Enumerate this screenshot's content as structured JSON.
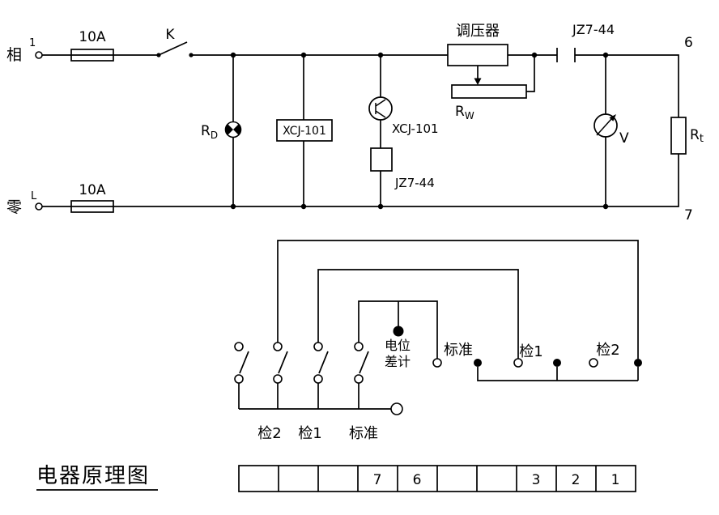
{
  "title": "电器原理图",
  "power_section": {
    "phase_label": "相",
    "phase_terminal": "1",
    "neutral_label": "零",
    "neutral_terminal": "L",
    "fuse_phase": "10A",
    "fuse_neutral": "10A",
    "switch_k": "K"
  },
  "components": {
    "rd": {
      "main": "R",
      "sub": "D"
    },
    "relay_box": "XCJ-101",
    "tube": "XCJ-101",
    "relay_coil": "JZ7-44",
    "regulator": "调压器",
    "rw": {
      "main": "R",
      "sub": "W"
    },
    "contact": "JZ7-44",
    "voltmeter": "V",
    "rt": {
      "main": "R",
      "sub": "t"
    },
    "terminal_6": "6",
    "terminal_7": "7"
  },
  "selector_section": {
    "potentiometer_line1": "电位",
    "potentiometer_line2": "差计",
    "standard": "标准",
    "check1": "检1",
    "check2": "检2",
    "switch_labels": [
      "检2",
      "检1",
      "标准"
    ]
  },
  "terminal_strip": {
    "cells": [
      "",
      "",
      "",
      "7",
      "6",
      "",
      "",
      "3",
      "2",
      "1"
    ]
  }
}
